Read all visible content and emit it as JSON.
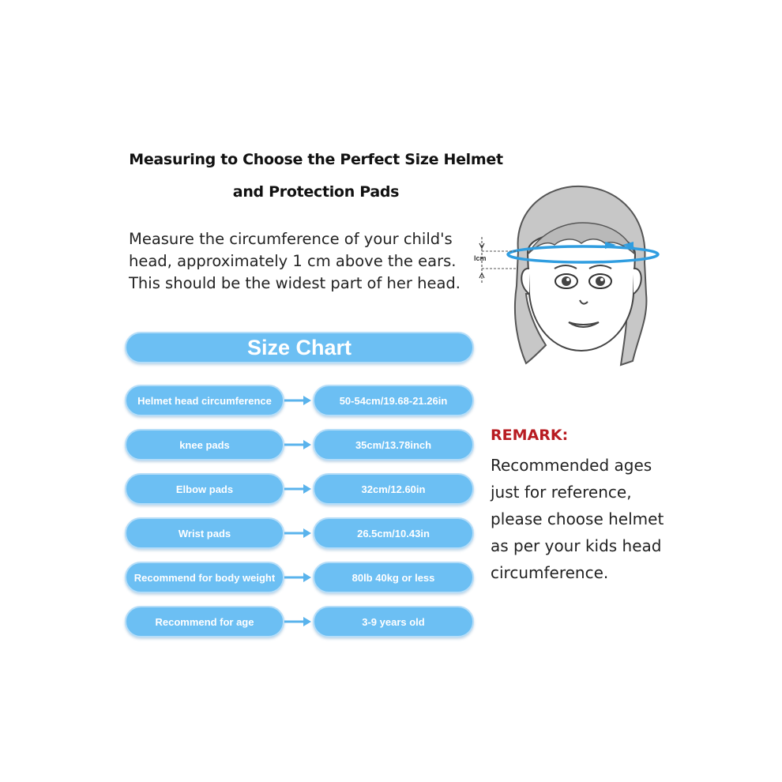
{
  "heading": {
    "line1": "Measuring to Choose the Perfect Size Helmet",
    "line2": "and Protection Pads"
  },
  "instructions": {
    "lines": [
      "Measure the circumference of your child's",
      "head, approximately 1 cm above the ears.",
      "This should be the widest part of her head."
    ]
  },
  "illustration": {
    "measure_label": "lcm"
  },
  "size_chart": {
    "title": "Size Chart",
    "rows": [
      {
        "label": "Helmet head circumference",
        "value": "50-54cm/19.68-21.26in"
      },
      {
        "label": "knee pads",
        "value": "35cm/13.78inch"
      },
      {
        "label": "Elbow pads",
        "value": "32cm/12.60in"
      },
      {
        "label": "Wrist pads",
        "value": "26.5cm/10.43in"
      },
      {
        "label": "Recommend for  body weight",
        "value": "80lb 40kg or less"
      },
      {
        "label": "Recommend for age",
        "value": "3-9 years old"
      }
    ]
  },
  "remark": {
    "heading": "REMARK:",
    "lines": [
      "Recommended ages",
      "just for reference,",
      "please choose helmet",
      "as per your kids head",
      "circumference."
    ]
  },
  "colors": {
    "pill_fill": "#6cbff3",
    "pill_border": "#b5ddf8",
    "arrow": "#5ab3ec",
    "remark_red": "#b81c22",
    "measure_band": "#2f9de0"
  }
}
